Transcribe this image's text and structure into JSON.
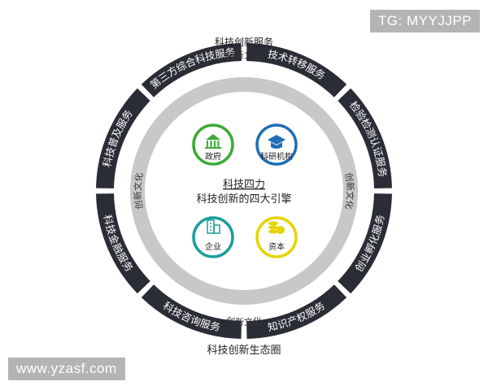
{
  "watermarks": {
    "top_right": "TG: MYYJJPP",
    "bottom_left": "www.yzasf.com"
  },
  "labels": {
    "top": "科技创新服务",
    "bottom": "科技创新生态圈"
  },
  "outer_segments": [
    {
      "label": "技术转移服务"
    },
    {
      "label": "检验检测认证服务"
    },
    {
      "label": "创业孵化服务"
    },
    {
      "label": "知识产权服务"
    },
    {
      "label": "科技咨询服务"
    },
    {
      "label": "科技金融服务"
    },
    {
      "label": "科技普及服务"
    },
    {
      "label": "第三方综合科技服务"
    }
  ],
  "culture_ring": {
    "top": "创新文化",
    "left": "创新文化",
    "right": "创新文化",
    "bottom": "创新文化"
  },
  "center": {
    "line1": "科技四力",
    "line2": "科技创新的四大引擎"
  },
  "engines": [
    {
      "label": "政府",
      "icon": "government-building-icon",
      "color": "#3aaa35"
    },
    {
      "label": "科研机构",
      "icon": "graduation-cap-icon",
      "color": "#1f6fb5"
    },
    {
      "label": "企业",
      "icon": "office-building-icon",
      "color": "#1a9e9a"
    },
    {
      "label": "资本",
      "icon": "coins-icon",
      "color": "#e6d400"
    }
  ],
  "colors": {
    "outer_ring": "#2b2d36",
    "culture_ring": "#c8c8c8",
    "ring_text": "#ffffff",
    "text": "#222222"
  }
}
